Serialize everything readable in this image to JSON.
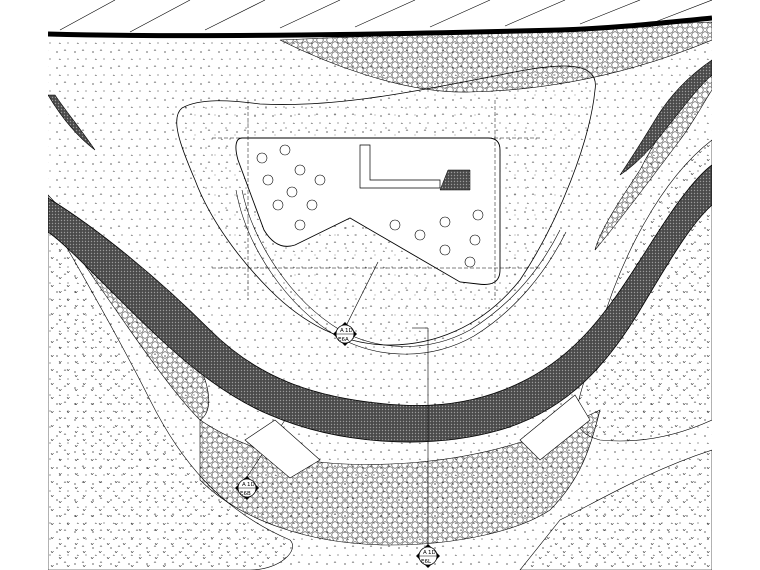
{
  "drawing": {
    "callouts": [
      {
        "id": "A",
        "top": "A",
        "mid": "1D",
        "bottom": "E6A"
      },
      {
        "id": "B",
        "top": "A",
        "mid": "1D",
        "bottom": "E6B"
      },
      {
        "id": "C",
        "top": "A",
        "mid": "1D",
        "bottom": "E6L"
      }
    ]
  },
  "colors": {
    "line": "#000000",
    "paper": "#ffffff",
    "water": "#333333"
  }
}
